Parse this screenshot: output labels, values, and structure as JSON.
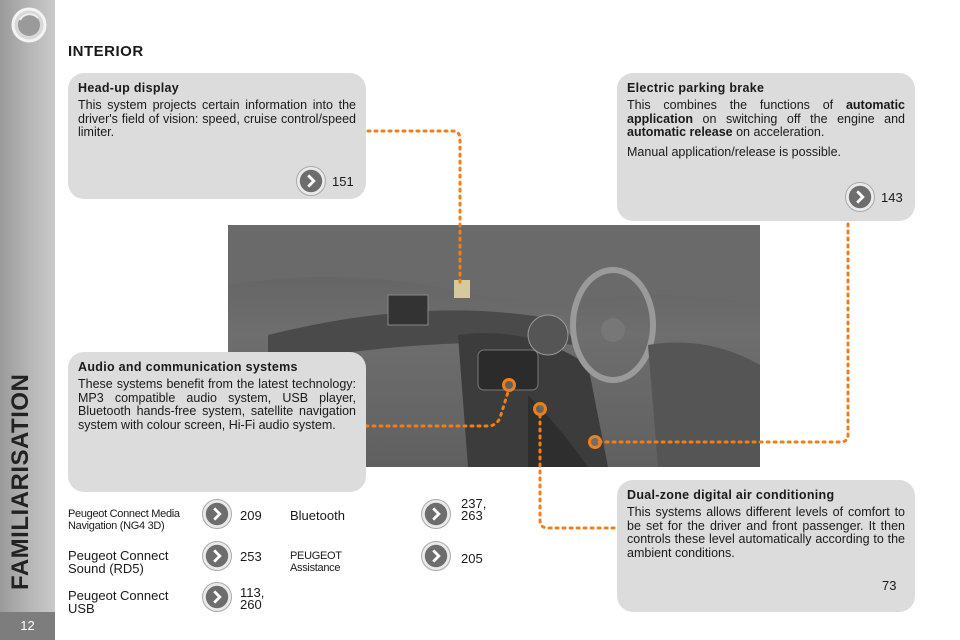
{
  "sidebar": {
    "section_title": "FAMILIARISATION",
    "page_number": "12"
  },
  "heading": "INTERIOR",
  "hud_card": {
    "title": "Head-up display",
    "text": "This system projects certain information into the driver's field of vision: speed, cruise control/speed limiter.",
    "page_ref": "151"
  },
  "brake_card": {
    "title": "Electric parking brake",
    "text_part1": "This combines the functions of ",
    "bold1": "automatic application",
    "text_part2": " on switching off the engine and ",
    "bold2": "automatic release",
    "text_part3": " on acceleration.",
    "text2": "Manual application/release is possible.",
    "page_ref": "143"
  },
  "audio_card": {
    "title": "Audio and communication systems",
    "text": "These systems benefit from the latest technology: MP3 compatible audio system, USB player, Bluetooth hands-free system, satellite navigation system with colour screen, Hi-Fi audio system."
  },
  "climate_card": {
    "title": "Dual-zone digital air conditioning",
    "text": "This systems allows different levels of comfort to be set for the driver and front passenger. It then controls these level automatically according to the ambient conditions.",
    "page_ref": "73"
  },
  "refs": {
    "nav": {
      "label": "Peugeot Connect Media Navigation (NG4 3D)",
      "page": "209"
    },
    "sound": {
      "label": "Peugeot Connect Sound (RD5)",
      "page": "253"
    },
    "usb": {
      "label": "Peugeot Connect USB",
      "page": "113, 260"
    },
    "bluetooth": {
      "label": "Bluetooth",
      "page": "237, 263"
    },
    "assistance": {
      "label": "PEUGEOT Assistance",
      "page": "205"
    }
  },
  "colors": {
    "accent_orange": "#ee7f1a",
    "card_bg": "#dcdcdc",
    "sidebar": "#b0b0b0"
  },
  "icons": [
    "chevron-right-icon",
    "corner-logo-icon"
  ]
}
